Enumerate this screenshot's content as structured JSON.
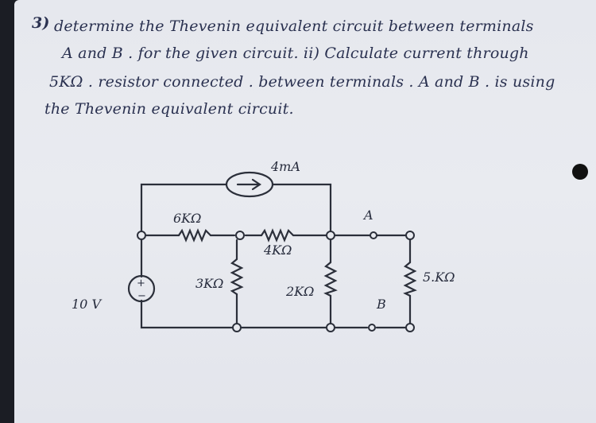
{
  "problem": {
    "number": "3)",
    "lines": [
      "determine the Thevenin equivalent circuit between terminals",
      "A and B . for the given circuit. ii) Calculate current through",
      "5KΩ . resistor connected . between terminals . A and B . is using",
      "the Thevenin equivalent circuit."
    ]
  },
  "circuit": {
    "current_source": "4mA",
    "r1": "6KΩ",
    "r2": "4KΩ",
    "r3": "3KΩ",
    "r4": "2KΩ",
    "r_load": "5.KΩ",
    "voltage_source": "10 V",
    "terminal_a": "A",
    "terminal_b": "B",
    "plus_sign": "+",
    "minus_sign": "−"
  }
}
